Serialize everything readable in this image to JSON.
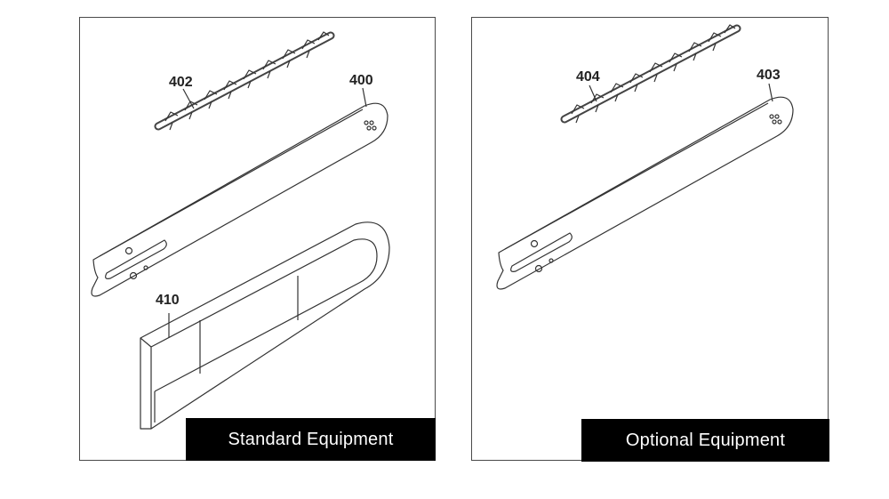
{
  "panels": [
    {
      "banner": "Standard Equipment",
      "parts": {
        "chain": "402",
        "bar": "400",
        "cover": "410"
      }
    },
    {
      "banner": "Optional Equipment",
      "parts": {
        "chain": "404",
        "bar": "403"
      }
    }
  ]
}
